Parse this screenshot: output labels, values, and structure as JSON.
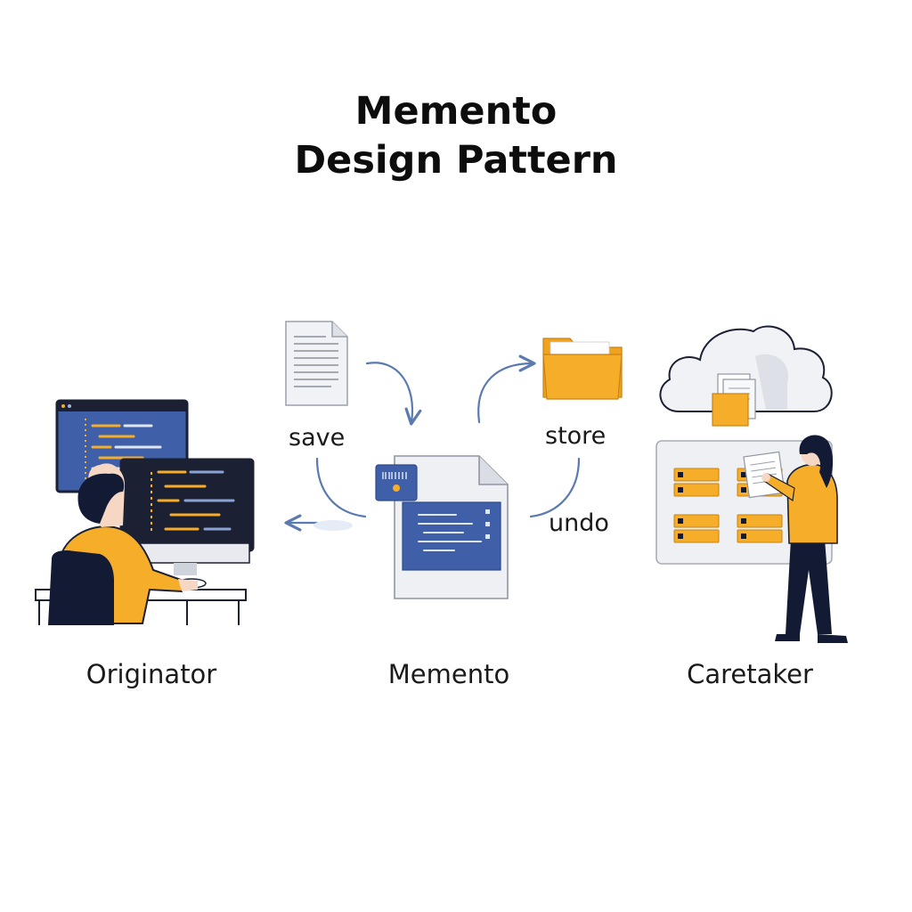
{
  "title": {
    "line1": "Memento",
    "line2": "Design Pattern"
  },
  "flow_labels": {
    "save": "save",
    "store": "store",
    "undo": "undo"
  },
  "roles": {
    "originator": "Originator",
    "memento": "Memento",
    "caretaker": "Caretaker"
  },
  "icons": {
    "save_doc": "document-icon",
    "store_folder": "folder-icon",
    "cloud": "cloud-icon",
    "memento_doc": "document-icon"
  },
  "colors": {
    "accent": "#f5ad2a",
    "navy": "#131a33",
    "screen_blue": "#3f5fa8",
    "screen_dark": "#1b2033",
    "arrow": "#5a7ab0",
    "panel": "#eef0f4"
  }
}
